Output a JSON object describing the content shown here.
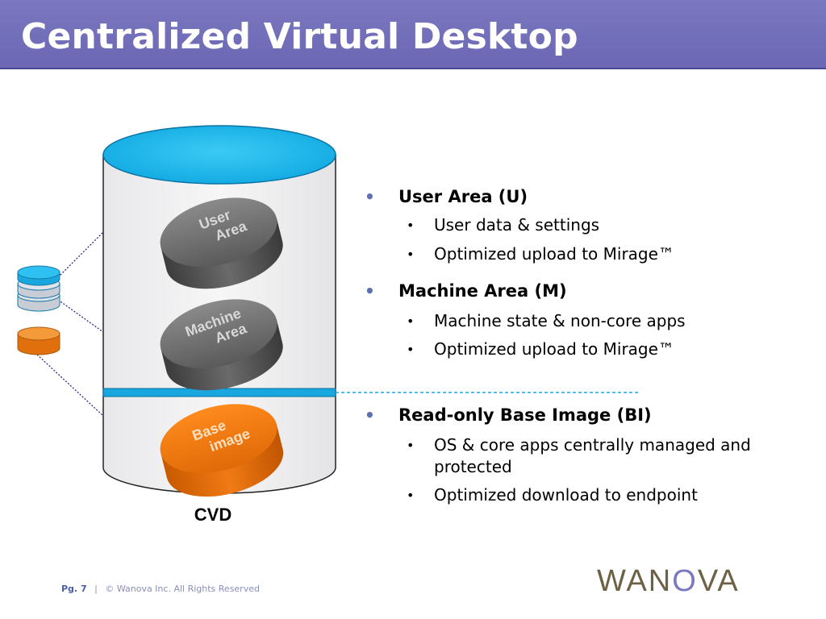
{
  "slide": {
    "title": "Centralized Virtual Desktop"
  },
  "diagram": {
    "layers": [
      {
        "label_line1": "User",
        "label_line2": "Area",
        "color": "#6a6a6a"
      },
      {
        "label_line1": "Machine",
        "label_line2": "Area",
        "color": "#6a6a6a"
      },
      {
        "label_line1": "Base",
        "label_line2": "image",
        "color": "#f07a10"
      }
    ],
    "cylinder_label": "CVD",
    "colors": {
      "cylinder_top": "#19b6ea",
      "divider": "#19a7e0",
      "endpoint_orange": "#f08a20"
    }
  },
  "bullets": [
    {
      "heading": "User Area (U)",
      "items": [
        "User data & settings",
        "Optimized upload to Mirage™"
      ]
    },
    {
      "heading": "Machine Area (M)",
      "items": [
        "Machine state & non-core apps",
        "Optimized upload to Mirage™"
      ]
    },
    {
      "heading": "Read-only Base Image (BI)",
      "items": [
        "OS & core apps centrally managed and protected",
        "Optimized download to endpoint"
      ]
    }
  ],
  "footer": {
    "page": "Pg. 7",
    "separator": "|",
    "copyright": "© Wanova Inc. All Rights Reserved"
  },
  "logo": {
    "prefix": "WAN",
    "o": "O",
    "suffix": "VA"
  }
}
